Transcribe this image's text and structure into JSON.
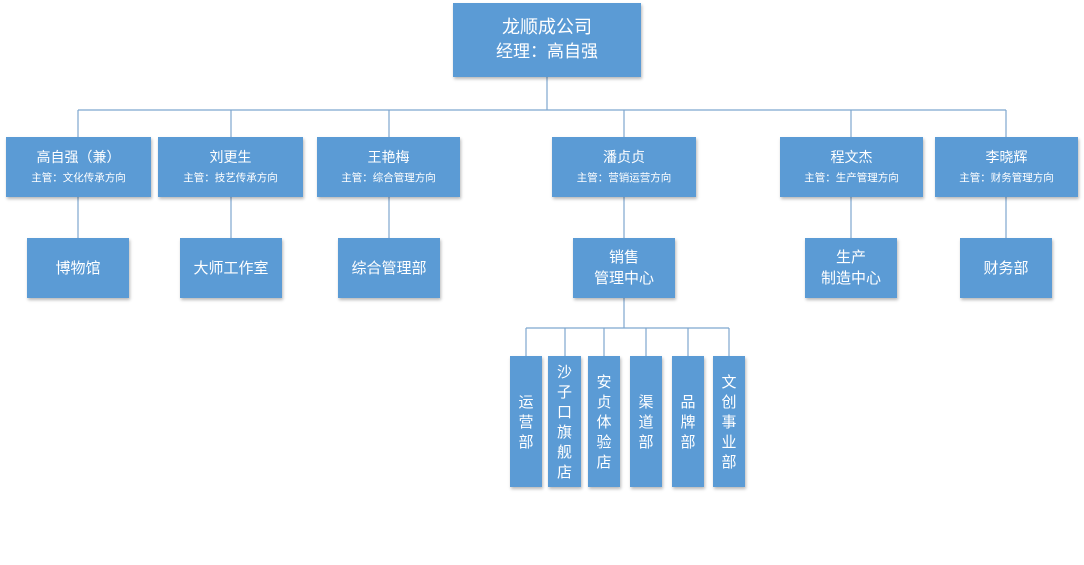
{
  "company": {
    "name": "龙顺成公司",
    "manager": "经理：高自强"
  },
  "managers": [
    {
      "name": "高自强（兼）",
      "role": "主管：文化传承方向"
    },
    {
      "name": "刘更生",
      "role": "主管：技艺传承方向"
    },
    {
      "name": "王艳梅",
      "role": "主管：综合管理方向"
    },
    {
      "name": "潘贞贞",
      "role": "主管：营销运营方向"
    },
    {
      "name": "程文杰",
      "role": "主管：生产管理方向"
    },
    {
      "name": "李晓辉",
      "role": "主管：财务管理方向"
    }
  ],
  "departments": [
    {
      "label": "博物馆"
    },
    {
      "label": "大师工作室"
    },
    {
      "label": "综合管理部"
    },
    {
      "label": "销售\n管理中心"
    },
    {
      "label": "生产\n制造中心"
    },
    {
      "label": "财务部"
    }
  ],
  "sales_units": [
    {
      "label": "运营部"
    },
    {
      "label": "沙子口旗舰店"
    },
    {
      "label": "安贞体验店"
    },
    {
      "label": "渠道部"
    },
    {
      "label": "品牌部"
    },
    {
      "label": "文创事业部"
    }
  ],
  "colors": {
    "box": "#5b9bd5",
    "line": "#7ea6cf",
    "text": "#ffffff"
  }
}
